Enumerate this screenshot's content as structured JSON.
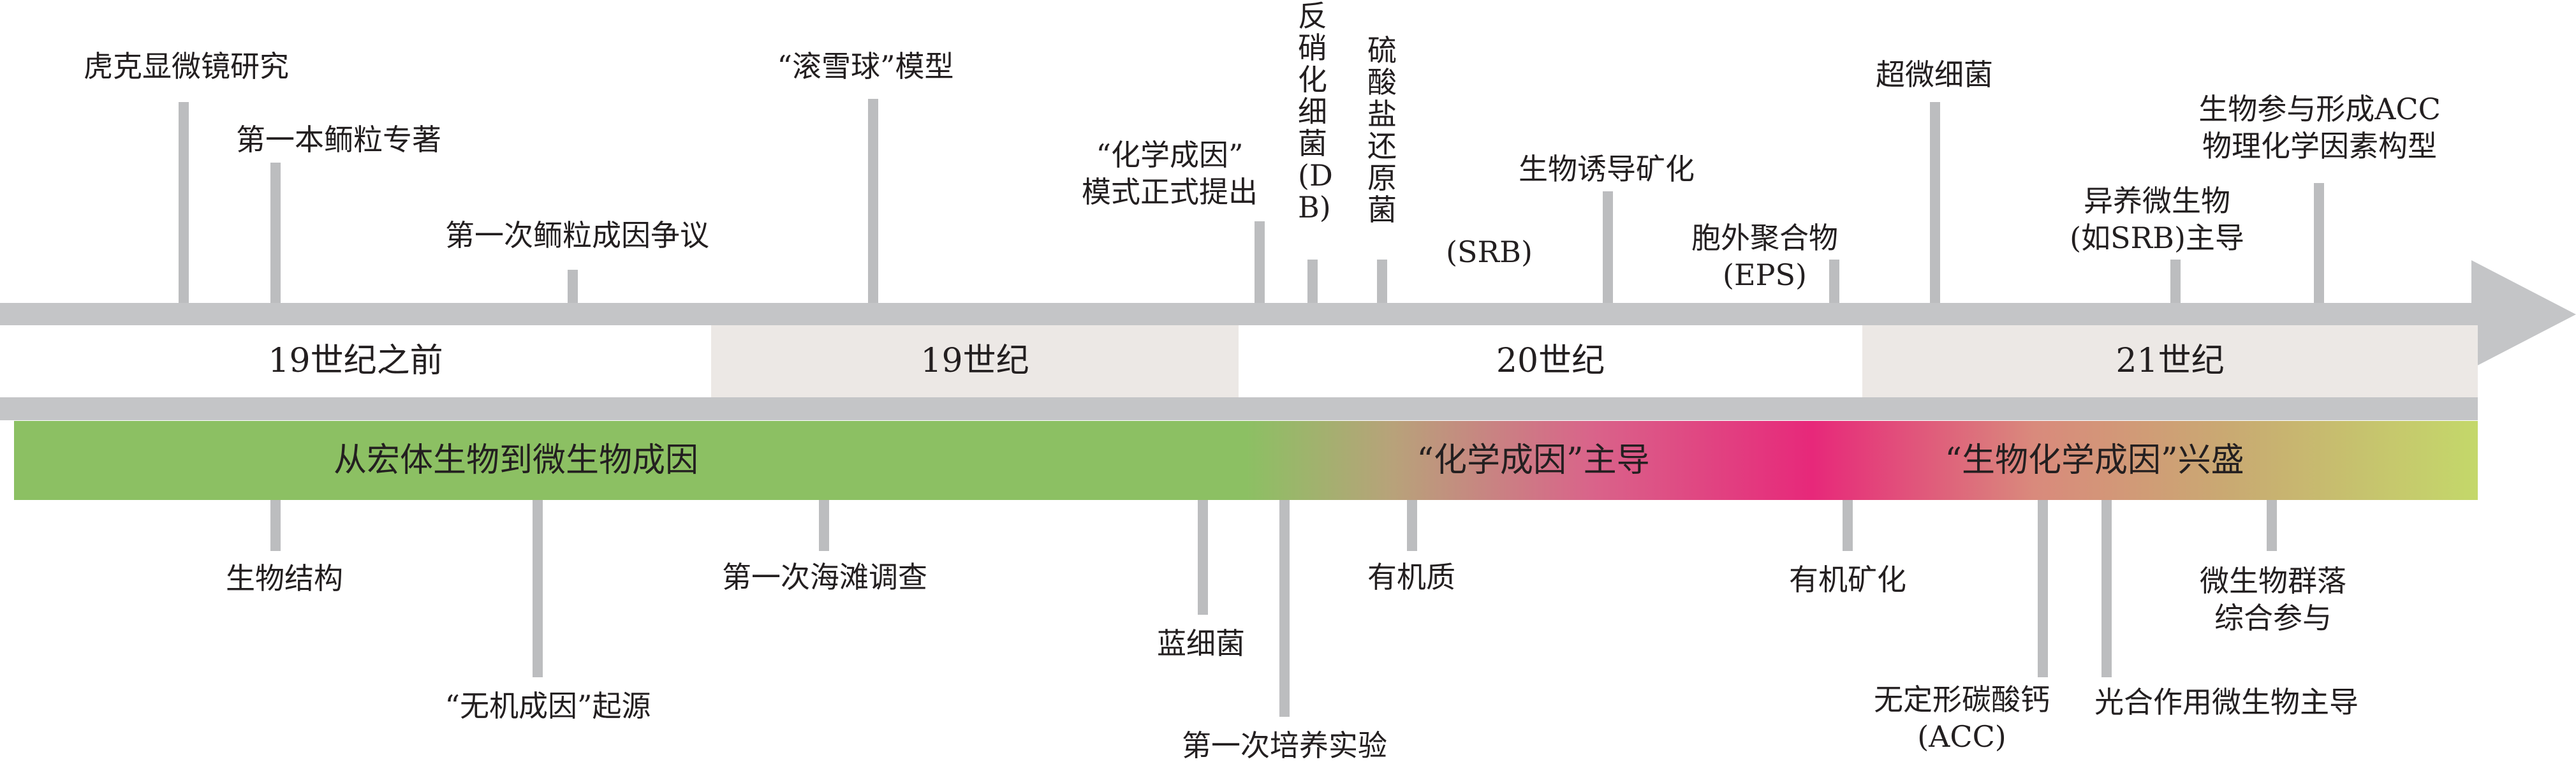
{
  "eras": [
    {
      "label": "19世纪之前"
    },
    {
      "label": "19世纪"
    },
    {
      "label": "20世纪"
    },
    {
      "label": "21世纪"
    }
  ],
  "phases": [
    {
      "label": "从宏体生物到微生物成因"
    },
    {
      "label": "“化学成因”主导"
    },
    {
      "label": "“生物化学成因”兴盛"
    }
  ],
  "events_above": [
    {
      "label": "虎克显微镜研究"
    },
    {
      "label": "第一本鲕粒专著"
    },
    {
      "label": "第一次鲕粒成因争议"
    },
    {
      "label": "“滚雪球”模型"
    },
    {
      "label": "“化学成因”\n模式正式提出"
    },
    {
      "label": "反硝化细菌(DB)"
    },
    {
      "label": "硫酸盐还原菌"
    },
    {
      "label": "(SRB)"
    },
    {
      "label": "生物诱导矿化"
    },
    {
      "label": "胞外聚合物\n(EPS)"
    },
    {
      "label": "超微细菌"
    },
    {
      "label": "异养微生物\n(如SRB)主导"
    },
    {
      "label": "生物参与形成ACC\n物理化学因素构型"
    }
  ],
  "events_below": [
    {
      "label": "生物结构"
    },
    {
      "label": "“无机成因”起源"
    },
    {
      "label": "第一次海滩调查"
    },
    {
      "label": "蓝细菌"
    },
    {
      "label": "第一次培养实验"
    },
    {
      "label": "有机质"
    },
    {
      "label": "有机矿化"
    },
    {
      "label": "无定形碳酸钙\n(ACC)"
    },
    {
      "label": "光合作用微生物主导"
    },
    {
      "label": "微生物群落\n综合参与"
    }
  ],
  "colors": {
    "arrow": "#c4c5c7",
    "tick": "#bcbdbf",
    "era_light": "#ffffff",
    "era_shaded": "#ece8e5",
    "phase_green": "#8cc063",
    "phase_magenta": "#e7287a",
    "phase_yellow_green": "#c4d86a"
  }
}
